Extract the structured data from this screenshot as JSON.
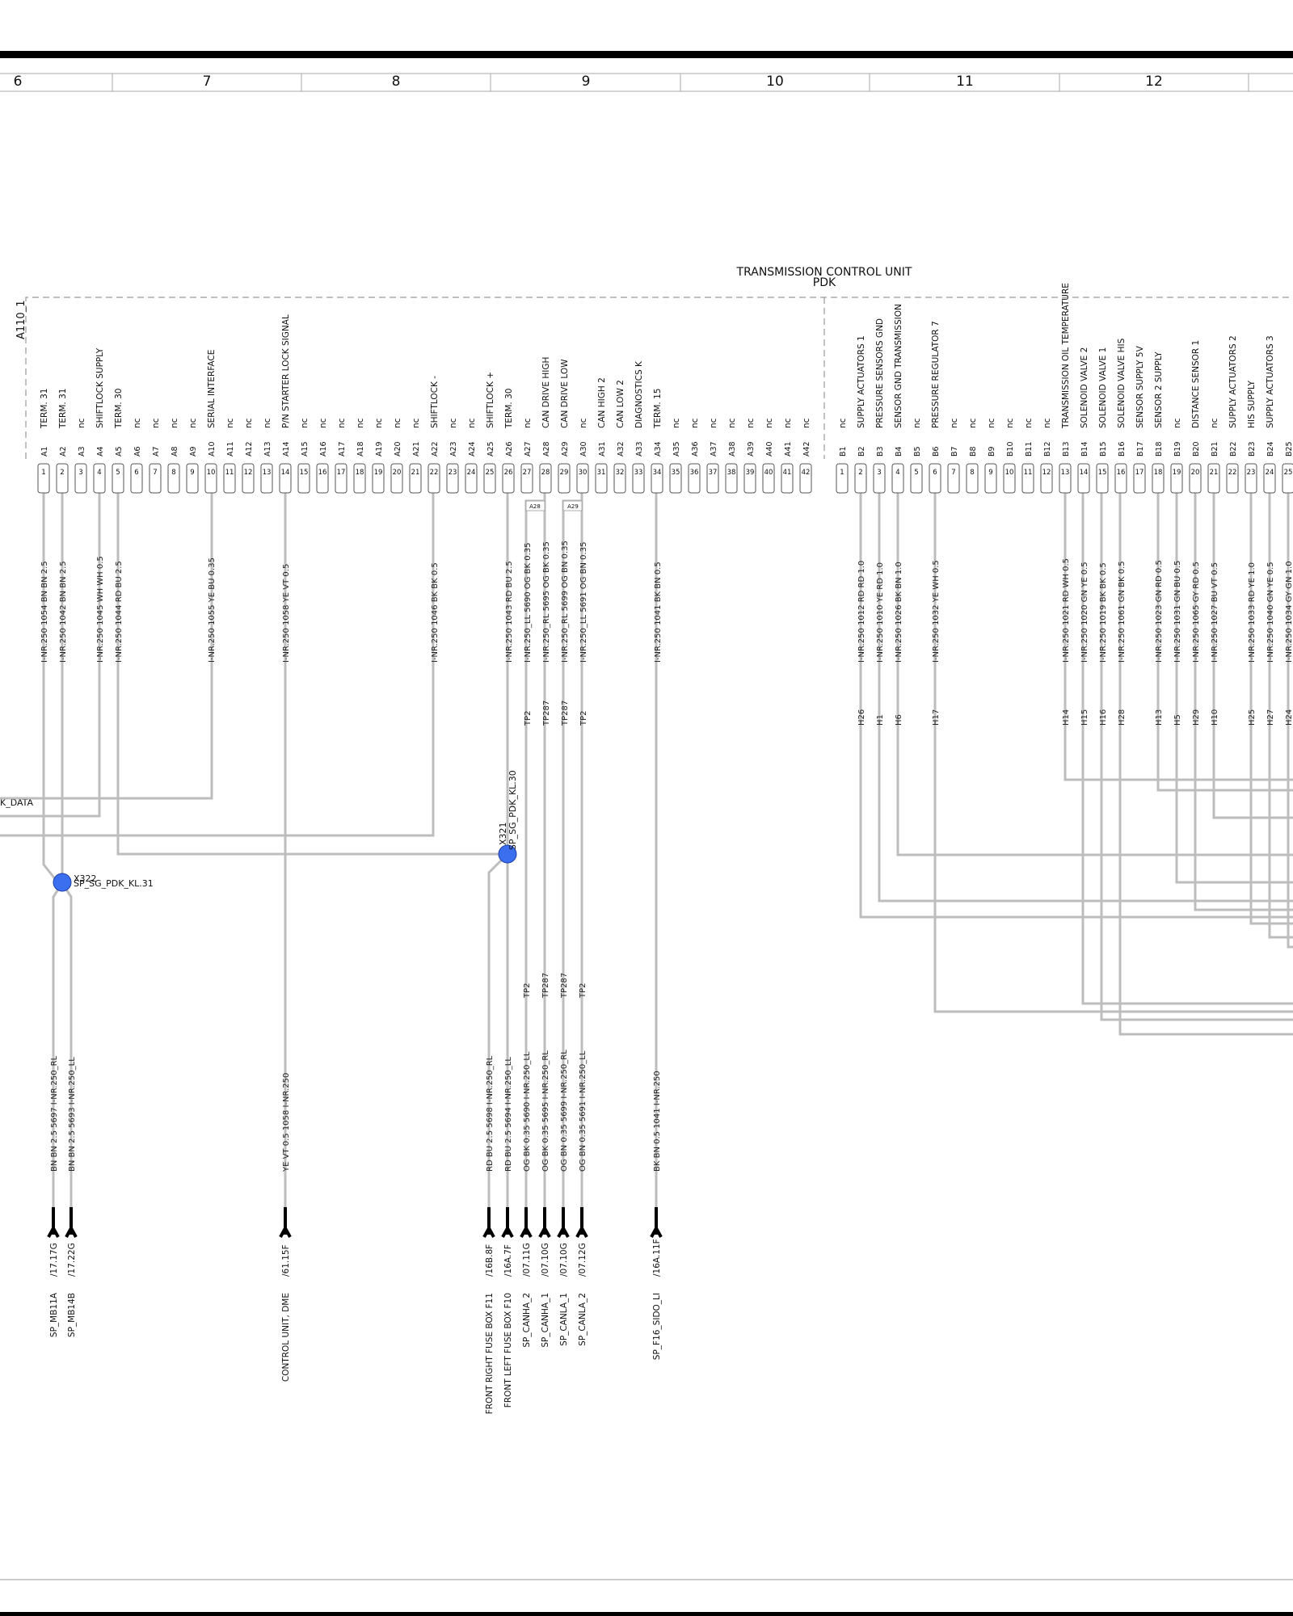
{
  "colors": {
    "wire": "#bdbdbd",
    "splice": "#3b6ff0",
    "border": "#000000"
  },
  "col_bar": [
    "6",
    "7",
    "8",
    "9",
    "10",
    "11",
    "12"
  ],
  "component": {
    "id": "A110_1",
    "title": "TRANSMISSION CONTROL UNIT",
    "subtitle": "PDK"
  },
  "pins": [
    {
      "id": "A1",
      "n": "1",
      "label": "TERM. 31"
    },
    {
      "id": "A2",
      "n": "2",
      "label": "TERM. 31"
    },
    {
      "id": "A3",
      "n": "3",
      "label": "nc"
    },
    {
      "id": "A4",
      "n": "4",
      "label": "SHIFTLOCK SUPPLY"
    },
    {
      "id": "A5",
      "n": "5",
      "label": "TERM. 30"
    },
    {
      "id": "A6",
      "n": "6",
      "label": "nc"
    },
    {
      "id": "A7",
      "n": "7",
      "label": "nc"
    },
    {
      "id": "A8",
      "n": "8",
      "label": "nc"
    },
    {
      "id": "A9",
      "n": "9",
      "label": "nc"
    },
    {
      "id": "A10",
      "n": "10",
      "label": "SERIAL INTERFACE"
    },
    {
      "id": "A11",
      "n": "11",
      "label": "nc"
    },
    {
      "id": "A12",
      "n": "12",
      "label": "nc"
    },
    {
      "id": "A13",
      "n": "13",
      "label": "nc"
    },
    {
      "id": "A14",
      "n": "14",
      "label": "P/N STARTER LOCK SIGNAL"
    },
    {
      "id": "A15",
      "n": "15",
      "label": "nc"
    },
    {
      "id": "A16",
      "n": "16",
      "label": "nc"
    },
    {
      "id": "A17",
      "n": "17",
      "label": "nc"
    },
    {
      "id": "A18",
      "n": "18",
      "label": "nc"
    },
    {
      "id": "A19",
      "n": "19",
      "label": "nc"
    },
    {
      "id": "A20",
      "n": "20",
      "label": "nc"
    },
    {
      "id": "A21",
      "n": "21",
      "label": "nc"
    },
    {
      "id": "A22",
      "n": "22",
      "label": "SHIFTLOCK -"
    },
    {
      "id": "A23",
      "n": "23",
      "label": "nc"
    },
    {
      "id": "A24",
      "n": "24",
      "label": "nc"
    },
    {
      "id": "A25",
      "n": "25",
      "label": "SHIFTLOCK +"
    },
    {
      "id": "A26",
      "n": "26",
      "label": "TERM. 30"
    },
    {
      "id": "A27",
      "n": "27",
      "label": "nc"
    },
    {
      "id": "A28",
      "n": "28",
      "label": "CAN DRIVE HIGH"
    },
    {
      "id": "A29",
      "n": "29",
      "label": "CAN DRIVE LOW"
    },
    {
      "id": "A30",
      "n": "30",
      "label": "nc"
    },
    {
      "id": "A31",
      "n": "31",
      "label": "CAN HIGH 2"
    },
    {
      "id": "A32",
      "n": "32",
      "label": "CAN LOW 2"
    },
    {
      "id": "A33",
      "n": "33",
      "label": "DIAGNOSTICS K"
    },
    {
      "id": "A34",
      "n": "34",
      "label": "TERM. 15"
    },
    {
      "id": "A35",
      "n": "35",
      "label": "nc"
    },
    {
      "id": "A36",
      "n": "36",
      "label": "nc"
    },
    {
      "id": "A37",
      "n": "37",
      "label": "nc"
    },
    {
      "id": "A38",
      "n": "38",
      "label": "nc"
    },
    {
      "id": "A39",
      "n": "39",
      "label": "nc"
    },
    {
      "id": "A40",
      "n": "40",
      "label": "nc"
    },
    {
      "id": "A41",
      "n": "41",
      "label": "nc"
    },
    {
      "id": "A42",
      "n": "42",
      "label": "nc"
    },
    {
      "id": "B1",
      "n": "1",
      "label": "nc"
    },
    {
      "id": "B2",
      "n": "2",
      "label": "SUPPLY ACTUATORS 1"
    },
    {
      "id": "B3",
      "n": "3",
      "label": "PRESSURE SENSORS GND"
    },
    {
      "id": "B4",
      "n": "4",
      "label": "SENSOR GND TRANSMISSION"
    },
    {
      "id": "B5",
      "n": "5",
      "label": "nc"
    },
    {
      "id": "B6",
      "n": "6",
      "label": "PRESSURE REGULATOR 7"
    },
    {
      "id": "B7",
      "n": "7",
      "label": "nc"
    },
    {
      "id": "B8",
      "n": "8",
      "label": "nc"
    },
    {
      "id": "B9",
      "n": "9",
      "label": "nc"
    },
    {
      "id": "B10",
      "n": "10",
      "label": "nc"
    },
    {
      "id": "B11",
      "n": "11",
      "label": "nc"
    },
    {
      "id": "B12",
      "n": "12",
      "label": "nc"
    },
    {
      "id": "B13",
      "n": "13",
      "label": "TRANSMISSION OIL TEMPERATURE"
    },
    {
      "id": "B14",
      "n": "14",
      "label": "SOLENOID VALVE 2"
    },
    {
      "id": "B15",
      "n": "15",
      "label": "SOLENOID VALVE 1"
    },
    {
      "id": "B16",
      "n": "16",
      "label": "SOLENOID VALVE HIS"
    },
    {
      "id": "B17",
      "n": "17",
      "label": "SENSOR SUPPLY 5V"
    },
    {
      "id": "B18",
      "n": "18",
      "label": "SENSOR 2 SUPPLY"
    },
    {
      "id": "B19",
      "n": "19",
      "label": "nc"
    },
    {
      "id": "B20",
      "n": "20",
      "label": "DISTANCE SENSOR 1"
    },
    {
      "id": "B21",
      "n": "21",
      "label": "nc"
    },
    {
      "id": "B22",
      "n": "22",
      "label": "SUPPLY ACTUATORS 2"
    },
    {
      "id": "B23",
      "n": "23",
      "label": "HIS SUPPLY"
    },
    {
      "id": "B24",
      "n": "24",
      "label": "SUPPLY ACTUATORS 3"
    },
    {
      "id": "B25",
      "n": "25",
      "label": ""
    }
  ],
  "wires_top": [
    {
      "pin": "A1",
      "text": "I-NR.250   1054   BN BN 2.5"
    },
    {
      "pin": "A2",
      "text": "I-NR.250   1042   BN BN 2.5"
    },
    {
      "pin": "A4",
      "text": "I-NR.250   1045   WH WH 0.5"
    },
    {
      "pin": "A5",
      "text": "I-NR.250   1044   RD BU 2.5"
    },
    {
      "pin": "A10",
      "text": "I-NR.250   1055   YE BU 0.35"
    },
    {
      "pin": "A14",
      "text": "I-NR.250   1058   YE VT 0.5"
    },
    {
      "pin": "A22",
      "text": "I-NR.250   1046   BK BK 0.5"
    },
    {
      "pin": "A26",
      "text": "I-NR.250   1043   RD BU 2.5"
    },
    {
      "pin": "A27",
      "text": "I-NR.250_LL  5690  OG BK 0.35"
    },
    {
      "pin": "A28",
      "text": "I-NR.250_RL  5695  OG BK 0.35"
    },
    {
      "pin": "A29",
      "text": "I-NR.250_RL  5699  OG BN 0.35"
    },
    {
      "pin": "A30",
      "text": "I-NR.250_LL  5691  OG BN 0.35"
    },
    {
      "pin": "A34",
      "text": "I-NR.250   1041   BK BN 0.5"
    },
    {
      "pin": "B2",
      "text": "I-NR.250   1012   RD RD 1.0"
    },
    {
      "pin": "B3",
      "text": "I-NR.250   1010   YE RD 1.0"
    },
    {
      "pin": "B4",
      "text": "I-NR.250   1026   BK BN 1.0"
    },
    {
      "pin": "B6",
      "text": "I-NR.250   1032   YE WH 0.5"
    },
    {
      "pin": "B13",
      "text": "I-NR.250   1021   RD WH 0.5"
    },
    {
      "pin": "B14",
      "text": "I-NR.250   1020   GN YE 0.5"
    },
    {
      "pin": "B15",
      "text": "I-NR.250   1019   BK BK 0.5"
    },
    {
      "pin": "B16",
      "text": "I-NR.250   1061   GN BK 0.5"
    },
    {
      "pin": "B18",
      "text": "I-NR.250   1023   GN RD 0.5"
    },
    {
      "pin": "B19",
      "text": "I-NR.250   1031   GN BU 0.5"
    },
    {
      "pin": "B20",
      "text": "I-NR.250   1065   GY RD 0.5"
    },
    {
      "pin": "B21",
      "text": "I-NR.250   1027   BU VT 0.5"
    },
    {
      "pin": "B23",
      "text": "I-NR.250   1033   RD YE 1.0"
    },
    {
      "pin": "B24",
      "text": "I-NR.250   1040   GN YE 0.5"
    },
    {
      "pin": "B25",
      "text": "I-NR.250   1034   GY GN 1.0"
    }
  ],
  "tp_top": [
    {
      "pin": "A27",
      "text": "TP2"
    },
    {
      "pin": "A28",
      "text": "TP287"
    },
    {
      "pin": "A29",
      "text": "TP287"
    },
    {
      "pin": "A30",
      "text": "TP2"
    },
    {
      "pin": "B2",
      "text": "H26"
    },
    {
      "pin": "B3",
      "text": "H1"
    },
    {
      "pin": "B4",
      "text": "H6"
    },
    {
      "pin": "B6",
      "text": "H17"
    },
    {
      "pin": "B13",
      "text": "H14"
    },
    {
      "pin": "B14",
      "text": "H15"
    },
    {
      "pin": "B15",
      "text": "H16"
    },
    {
      "pin": "B16",
      "text": "H28"
    },
    {
      "pin": "B18",
      "text": "H13"
    },
    {
      "pin": "B19",
      "text": "H5"
    },
    {
      "pin": "B20",
      "text": "H29"
    },
    {
      "pin": "B21",
      "text": "H10"
    },
    {
      "pin": "B23",
      "text": "H25"
    },
    {
      "pin": "B24",
      "text": "H27"
    },
    {
      "pin": "B25",
      "text": "H24"
    }
  ],
  "small_tags": [
    "A28",
    "A29"
  ],
  "left_signal": "K_DATA",
  "splices": [
    {
      "id": "X322",
      "name": "SP_SG_PDK_KL.31"
    },
    {
      "id": "X321",
      "name": "SP_SG_PDK_KL.30"
    }
  ],
  "bottom_wires": [
    {
      "text": "BN BN 2.5   5697   I-NR.250_RL",
      "dest": "/17.17G",
      "name": "SP_MB11A"
    },
    {
      "text": "BN BN 2.5   5693   I-NR.250_LL",
      "dest": "/17.22G",
      "name": "SP_MB14B"
    },
    {
      "text": "YE VT 0.5   1058   I-NR.250",
      "dest": "/61.15F",
      "name": "CONTROL UNIT, DME"
    },
    {
      "text": "RD BU 2.5   5698   I-NR.250_RL",
      "dest": "/16B.8F",
      "name": "FRONT RIGHT FUSE BOX F11"
    },
    {
      "text": "RD BU 2.5   5694   I-NR.250_LL",
      "dest": "/16A.7F",
      "name": "FRONT LEFT FUSE BOX F10"
    },
    {
      "text": "OG BK 0.35  5690   I-NR.250_LL",
      "dest": "/07.11G",
      "name": "SP_CANHA_2"
    },
    {
      "text": "OG BK 0.35  5695   I-NR.250_RL",
      "dest": "/07.10G",
      "name": "SP_CANHA_1"
    },
    {
      "text": "OG BN 0.35  5699   I-NR.250_RL",
      "dest": "/07.10G",
      "name": "SP_CANLA_1"
    },
    {
      "text": "OG BN 0.35  5691   I-NR.250_LL",
      "dest": "/07.12G",
      "name": "SP_CANLA_2"
    },
    {
      "text": "BK BN 0.5   1041   I-NR.250",
      "dest": "/16A.11F",
      "name": "SP_F16_SIDO_LI"
    }
  ],
  "tp_bottom": [
    "TP2",
    "TP287",
    "TP287",
    "TP2"
  ]
}
